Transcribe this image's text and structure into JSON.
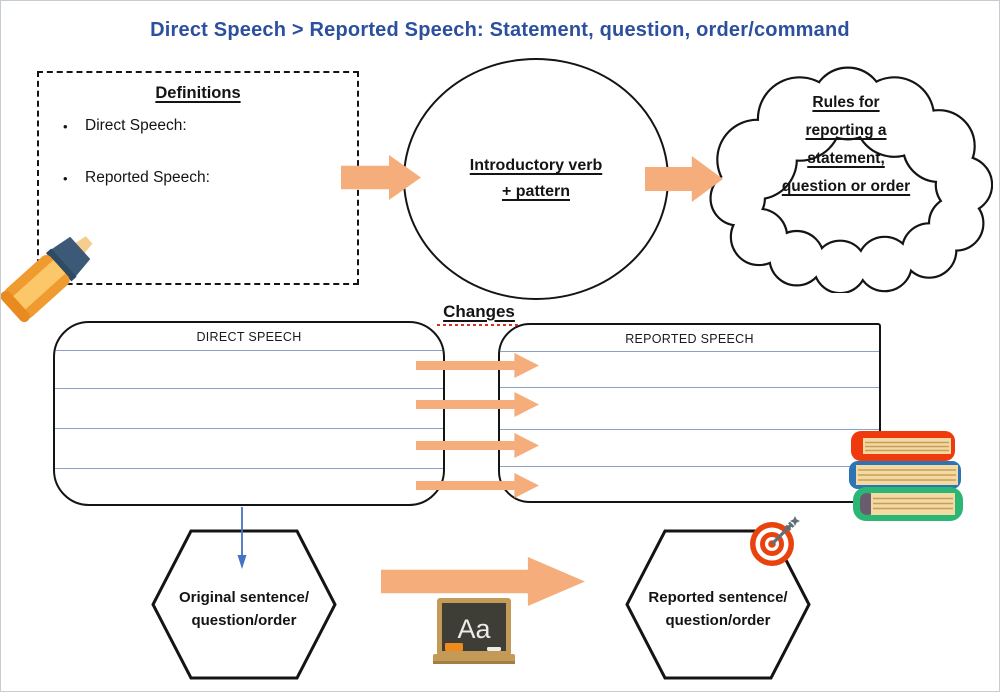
{
  "theme": {
    "accent_orange": "#F5AE7B",
    "title_blue": "#2C4F9E",
    "ruled_line_blue": "#8CA0C8",
    "arrow_blue": "#4472C4",
    "outline_black": "#141414"
  },
  "title": "Direct Speech > Reported Speech: Statement, question, order/command",
  "definitions": {
    "heading": "Definitions",
    "bullet_glyph": "•",
    "bullets": [
      "Direct Speech:",
      "Reported Speech:"
    ]
  },
  "intro_circle": {
    "lines": [
      "Introductory verb",
      "+ pattern"
    ]
  },
  "rules_cloud": {
    "lines": [
      "Rules for",
      "reporting a",
      "statement,",
      "question or order"
    ]
  },
  "changes_label": "Changes",
  "direct_speech_box": {
    "header": "DIRECT SPEECH"
  },
  "reported_speech_box": {
    "header": "REPORTED SPEECH"
  },
  "original_hexagon": {
    "lines": [
      "Original sentence/",
      "question/order"
    ]
  },
  "reported_hexagon": {
    "lines": [
      "Reported sentence/",
      "question/order"
    ]
  },
  "chalkboard": {
    "text": "Aa"
  },
  "icons": {
    "highlighter_icon": "orange highlighter marker",
    "books_icon": "stack of three books",
    "chalkboard_icon": "chalkboard with letters",
    "target_icon": "dartboard with dart"
  }
}
